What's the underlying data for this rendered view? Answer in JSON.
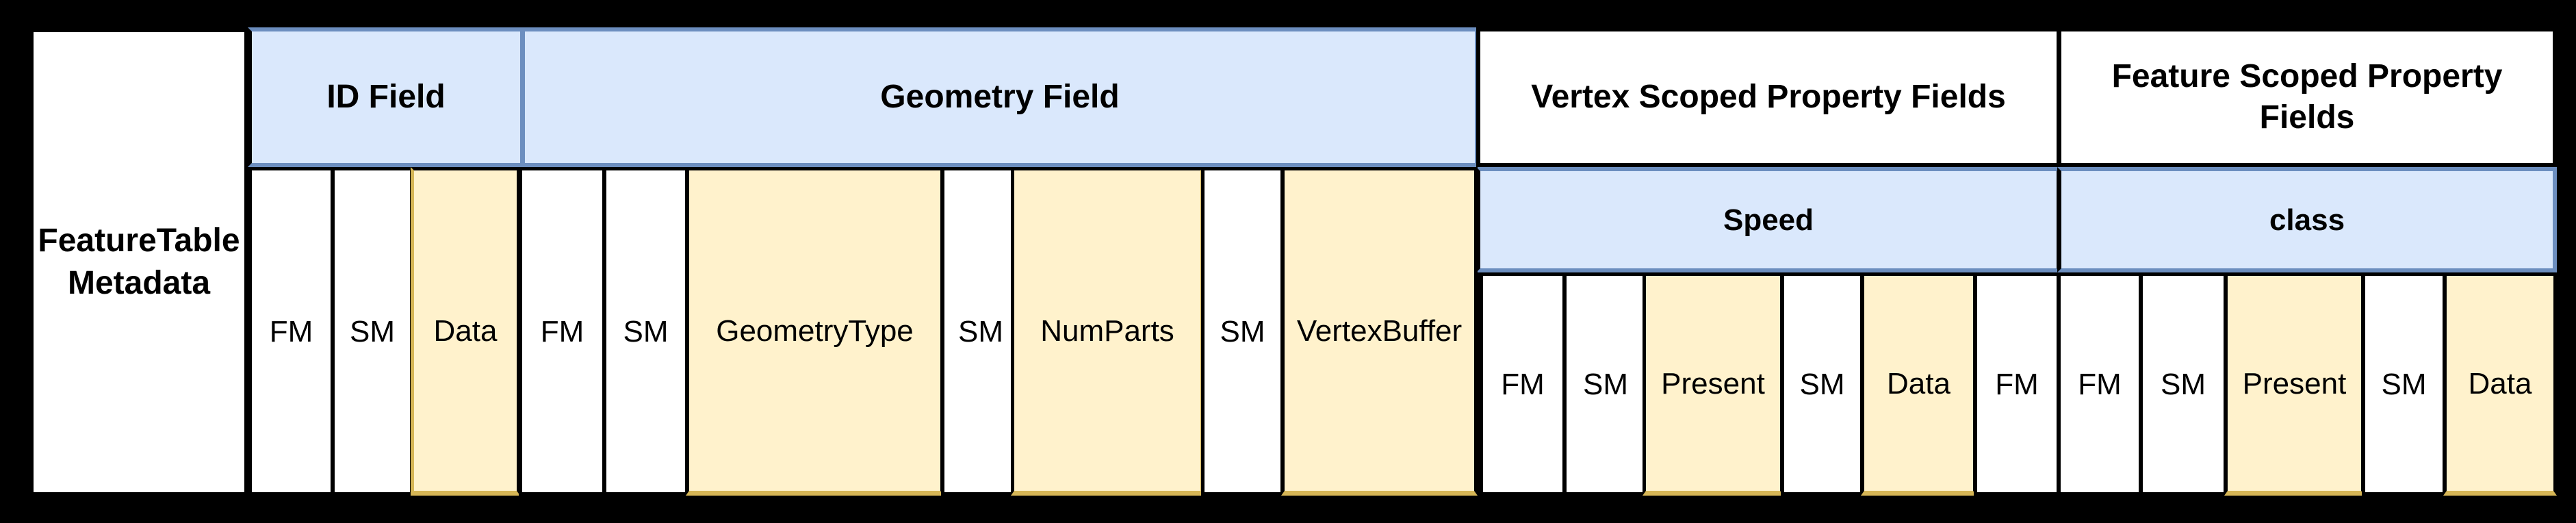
{
  "colors": {
    "background": "#000000",
    "blue_fill": "#dae8fc",
    "blue_border": "#6c8ebf",
    "yellow_fill": "#fff2cc",
    "yellow_border": "#d6b656",
    "black_border": "#000000",
    "white_fill": "#ffffff"
  },
  "metadata_cell": {
    "line1": "FeatureTable",
    "line2": "Metadata"
  },
  "groups": [
    {
      "name": "id-field",
      "header": {
        "label": "ID Field"
      },
      "cells": [
        {
          "label": "FM"
        },
        {
          "label": "SM"
        },
        {
          "label": "Data"
        }
      ]
    },
    {
      "name": "geometry-field",
      "header": {
        "label": "Geometry Field"
      },
      "cells": [
        {
          "label": "FM"
        },
        {
          "label": "SM"
        },
        {
          "label": "GeometryType"
        },
        {
          "label": "SM"
        },
        {
          "label": "NumParts"
        },
        {
          "label": "SM"
        },
        {
          "label": "VertexBuffer"
        }
      ]
    },
    {
      "name": "vertex-scoped",
      "header": {
        "label": "Vertex Scoped Property Fields"
      },
      "subheader": {
        "label": "Speed"
      },
      "cells": [
        {
          "label": "FM"
        },
        {
          "label": "SM"
        },
        {
          "label": "Present"
        },
        {
          "label": "SM"
        },
        {
          "label": "Data"
        },
        {
          "label": "FM"
        }
      ]
    },
    {
      "name": "feature-scoped",
      "header": {
        "label": "Feature Scoped Property Fields"
      },
      "subheader": {
        "label": "class"
      },
      "cells": [
        {
          "label": "FM"
        },
        {
          "label": "SM"
        },
        {
          "label": "Present"
        },
        {
          "label": "SM"
        },
        {
          "label": "Data"
        }
      ]
    }
  ]
}
